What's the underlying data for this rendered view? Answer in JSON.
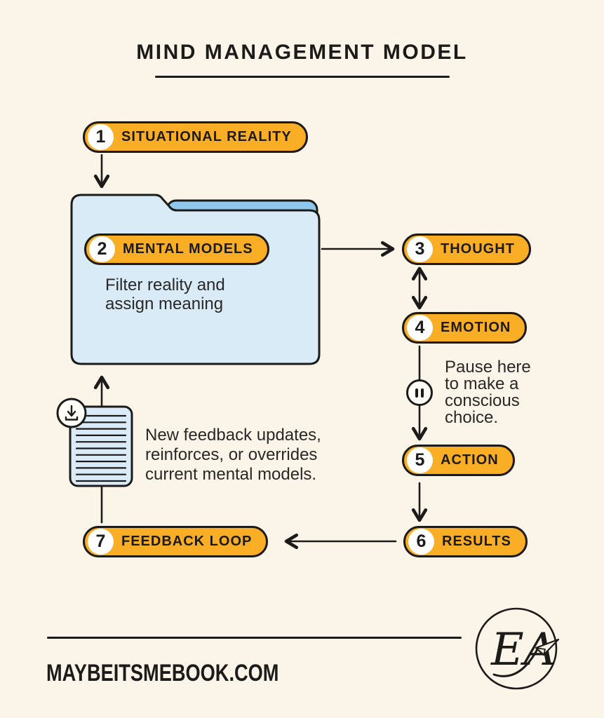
{
  "title": "MIND MANAGEMENT MODEL",
  "steps": [
    {
      "num": "1",
      "label": "SITUATIONAL REALITY"
    },
    {
      "num": "2",
      "label": "MENTAL MODELS"
    },
    {
      "num": "3",
      "label": "THOUGHT"
    },
    {
      "num": "4",
      "label": "EMOTION"
    },
    {
      "num": "5",
      "label": "ACTION"
    },
    {
      "num": "6",
      "label": "RESULTS"
    },
    {
      "num": "7",
      "label": "FEEDBACK LOOP"
    }
  ],
  "notes": {
    "folder": [
      "Filter reality and",
      "assign meaning"
    ],
    "pause": [
      "Pause here",
      "to make a",
      "conscious",
      "choice."
    ],
    "feedback": [
      "New feedback updates,",
      "reinforces, or overrides",
      "current mental models."
    ]
  },
  "icons": {
    "folder": "folder-icon",
    "document": "document-icon",
    "download": "download-icon",
    "pause": "pause-icon",
    "paper_plane": "paper-plane-icon"
  },
  "footer": {
    "website": "MAYBEITSMEBOOK.COM",
    "logo_monogram": "EA"
  },
  "colors": {
    "background": "#FBF4E8",
    "accent_orange": "#F9AE26",
    "ink": "#1d1a1a",
    "folder_front": "#D9EBF7",
    "folder_back": "#8FC7EC",
    "badge_white": "#FFFFFF"
  }
}
